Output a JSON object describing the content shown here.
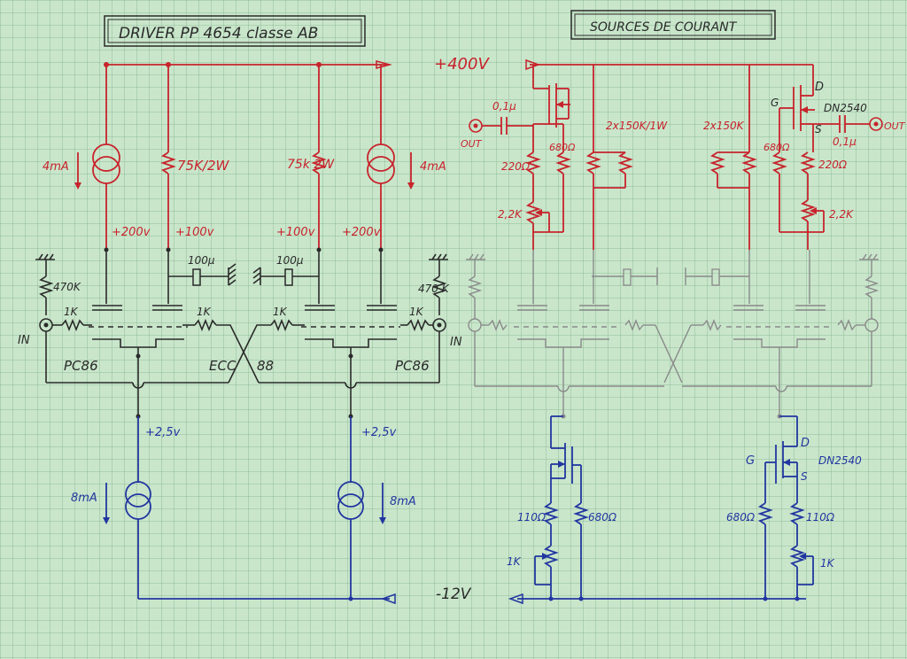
{
  "titles": {
    "left": "DRIVER PP 4654 classe AB",
    "right": "SOURCES DE COURANT"
  },
  "rails": {
    "positive": "+400V",
    "negative": "-12V"
  },
  "left": {
    "cs_top_left": "4mA",
    "cs_top_right": "4mA",
    "r_left": "75K/2W",
    "r_right": "75k 2W",
    "v200_left": "+200v",
    "v100_left": "+100v",
    "v100_right": "+100v",
    "v200_right": "+200v",
    "cap_left": "100µ",
    "cap_right": "100µ",
    "r470_left": "470K",
    "r470_right": "470 K",
    "r1k": [
      "1K",
      "1K",
      "1K",
      "1K"
    ],
    "in_left": "IN",
    "in_right": "IN",
    "tube_left": "PC86",
    "tube_mid_a": "ECC",
    "tube_mid_b": "88",
    "tube_right": "PC86",
    "v25_left": "+2,5v",
    "v25_right": "+2,5v",
    "cs_bot_left": "8mA",
    "cs_bot_right": "8mA"
  },
  "right": {
    "cap_in": "0,1µ",
    "out_left": "OUT",
    "r680_top": "680Ω",
    "r220_left": "220Ω",
    "pot_left": "2,2K",
    "r150_left": "2x150K/1W",
    "r150_right": "2x150K",
    "gate": "G",
    "drain": "D",
    "source": "S",
    "mosfet": "DN2540",
    "cap_out": "0,1µ",
    "out_right": "OUT",
    "r680_right": "680Ω",
    "r220_right": "220Ω",
    "pot_right": "2,2K",
    "b_r110_left": "110Ω",
    "b_r680_left": "680Ω",
    "b_pot_left": "1K",
    "b_gate": "G",
    "b_drain": "D",
    "b_source": "S",
    "b_mosfet": "DN2540",
    "b_r680_right": "680Ω",
    "b_r110_right": "110Ω",
    "b_pot_right": "1K"
  },
  "colors": {
    "paper": "#c9e6cb",
    "grid": "#7aaa82",
    "red_ink": "#c8232c",
    "blue_ink": "#2236a0",
    "black_ink": "#2a2a2a",
    "pencil": "#8a8a8a"
  }
}
